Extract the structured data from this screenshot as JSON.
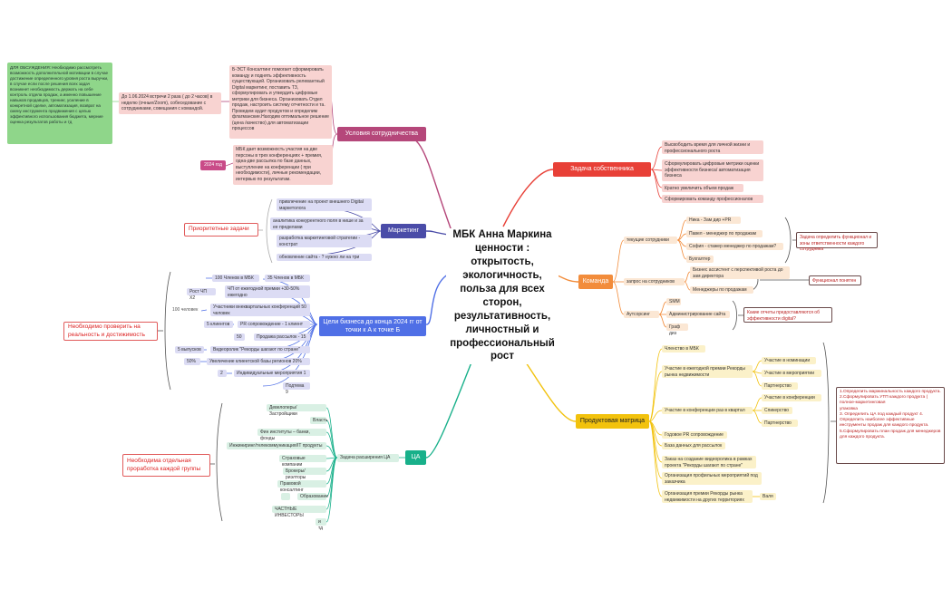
{
  "colors": {
    "usloviya": "#b5477a",
    "zadacha": "#e84037",
    "marketing": "#4a4ca8",
    "komanda": "#f28c3b",
    "celi": "#4f6fe6",
    "produkt": "#f2c20d",
    "ca": "#18b08a",
    "pink_leaf": "#f8d3d1",
    "green_note": "#8fd68a"
  },
  "center": {
    "title": "МБК Анна Маркина\nценности :\nоткрытость,\nэкологичность,\nпольза для всех\nсторон,\nрезультативность,\nличностный и\nпрофессиональный\nрост"
  },
  "usloviya": {
    "label": "Условия сотрудничества",
    "note_green": "ДЛЯ ОБСУЖДЕНИЯ: Необходимо рассмотреть возможность дополнительной мотивации в случае достижение определенного уровня роста выручки,  в случае если после решения всех задач возникнет необходимость держать на себе контроль  отдела продаж, а именно повышение навыков продавцов, тренинг, усиление в конкретной сделке, автоматизация, возврат на смену инструмента продвижения с целью эффективного использования бюджета, мерние оценка результатов работы и тд",
    "meetings": "До 1.06.2024 встречи 2 раза  ( до 2 часов) в неделю (очные/Zoom), собеседование с сотрудниками, совещания с командой.",
    "bect": "Б-ЭСТ Консалтинг помогает сформировать команду и поднять эффективность существующей. Организовать релевантный Digital маркетинг, поставить ТЗ, сформулировать и утвердить цифровые метрики для бизнеса. Организовать Отдел продаж, настроить систему отчетности и та. Проведем аудит продуктов и определим флагманские.Находим оптимальное решение (цена /качество) для автоматизации процессов",
    "year_tag": "2024 год",
    "mbk_text": "МБК дает возможность участия на две персоны в трех конференциях + премия, одна-две рассылка по базе данных, выступление на конференции ( при необходимости), личные рекомендации, интервью по результатам."
  },
  "zadacha": {
    "label": "Задача собственника",
    "items": [
      "Высвободить время для личной жизни и профессионального роста",
      "Сформулировать цифровые метрики оценки эффективности бизнеса/ автоматизация бизнеса",
      "Кратно увеличить объем продаж",
      "Сформировать команду профессионалов"
    ]
  },
  "marketing": {
    "label": "Маркетинг",
    "callout": "Приоритетные задачи",
    "items": [
      "привлечение на проект внешнего Digital маркетолога",
      "аналитика конкурентного поля в нише и за ее пределами",
      "разработка маркетинговой стратегии - констрат",
      "обновление сайта - ? нужно ли на три"
    ]
  },
  "komanda": {
    "label": "Команда",
    "current": {
      "label": "текущие сотрудники",
      "items": [
        "Ника - Зам дир +PR",
        "Павел - менеджер по продажам",
        "София - стажер менеджер по продажам?",
        "Бухгалтер"
      ],
      "note": "Задача определить функционал и зоны ответственности каждого сотрудника"
    },
    "request": {
      "label": "запрос на сотрудников",
      "items": [
        "Бизнес ассистент с перспективой роста до зам директора",
        "Менеджеры по продажам"
      ],
      "note": "Функционал понятен"
    },
    "outsourcing": {
      "label": "Аутсорсинг",
      "items": [
        "SMM",
        "Администрирование сайта",
        "Граф диз"
      ],
      "note": "Какие отчеты предоставляются об эффективности digital?"
    }
  },
  "celi": {
    "label": "Цели бизнеса до конца 2024 гг от точки к А к точке Б",
    "callout": "Необходимо проверить на реальность и достижимость",
    "rows": [
      {
        "left": "100 Членов в МБК",
        "right": "35 Членов в МБК"
      },
      {
        "left": "Рост ЧП Х2",
        "right": "ЧП от ежегодной премии +30-50% ежегодно"
      },
      {
        "left": "100 человек",
        "right": "Участники внеквартальных конференций 50 человек"
      },
      {
        "left": "5 клиентов",
        "right": "PR сопровождение - 1 клиент"
      },
      {
        "left": "50",
        "right": "Продажа рассылок - 15"
      },
      {
        "left": "5 выпусков",
        "right": "Видеоролик \"Рекорды шагают по стране\""
      },
      {
        "left": "50%",
        "right": "Увеличение клиентской базы регионов 20%"
      },
      {
        "left": "2",
        "right": "Индивидуальные мероприятия 1"
      },
      {
        "left": "",
        "right": "Подтема 9"
      }
    ]
  },
  "produkt": {
    "label": "Продуктовая матрица",
    "items": [
      "Членство в МБК",
      "Участие в ежегодной премии Рекорды рынка недвижимости",
      "Участие в конференции раз в квартал",
      "Годовое PR сопровождение",
      "База данных для рассылок",
      "Заказ на создание видеоролика в рамках проекта \"Рекорды шагают по стране\"",
      "Организация профильных мероприятий под заказчика",
      "Организация премии Рекорды рынка недвижимости на других территориях"
    ],
    "premia_sub": [
      "Участие в номинации",
      "Участие в мероприятии",
      "Партнерство"
    ],
    "conf_sub": [
      "Участие в конференции",
      "Спикерство",
      "Партнерство"
    ],
    "regions_sub": "Валя",
    "note": "1.Определить маржинальность каждого продукта.\n2.Сформулировать УТП каждого продукта ( полное-маркетинговая\nупаковка\n3.  Определить ЦА под каждый продукт                                         4. Определить наиболее эффективные инструменты продаж для каждого продукта.\n5.Сформулировать план продаж для менеджеров для каждого продукта."
  },
  "ca": {
    "label": "ЦА",
    "sub": "Задача расширения ЦА",
    "callout": "Необходима отдельная проработка каждой группы",
    "items": [
      "Девелоперы/Застройщики",
      "Власть",
      "Фин институты – банки, фонды",
      "Инжиниринг/телекоммуникация/IT продукты",
      "Страховые компании",
      "Брокеры/риэлторы",
      "Правовой консалтинг",
      "Образование",
      "ЧАСТНЫЕ ИНВЕСТОРЫ",
      "и тд"
    ]
  }
}
